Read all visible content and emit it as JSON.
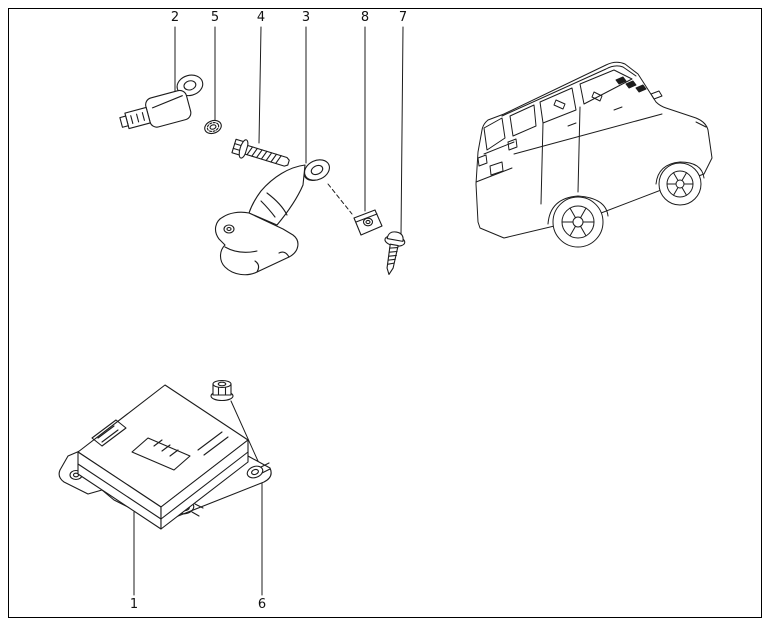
{
  "doc": {
    "type": "vehicle-parts-exploded-diagram",
    "colors": {
      "background": "#ffffff",
      "border": "#000000",
      "line": "#1c1c1c",
      "label": "#111111"
    }
  },
  "callouts": [
    {
      "id": "2",
      "label": "2"
    },
    {
      "id": "5",
      "label": "5"
    },
    {
      "id": "4",
      "label": "4"
    },
    {
      "id": "3",
      "label": "3"
    },
    {
      "id": "8",
      "label": "8"
    },
    {
      "id": "7",
      "label": "7"
    },
    {
      "id": "1",
      "label": "1"
    },
    {
      "id": "6",
      "label": "6"
    }
  ]
}
